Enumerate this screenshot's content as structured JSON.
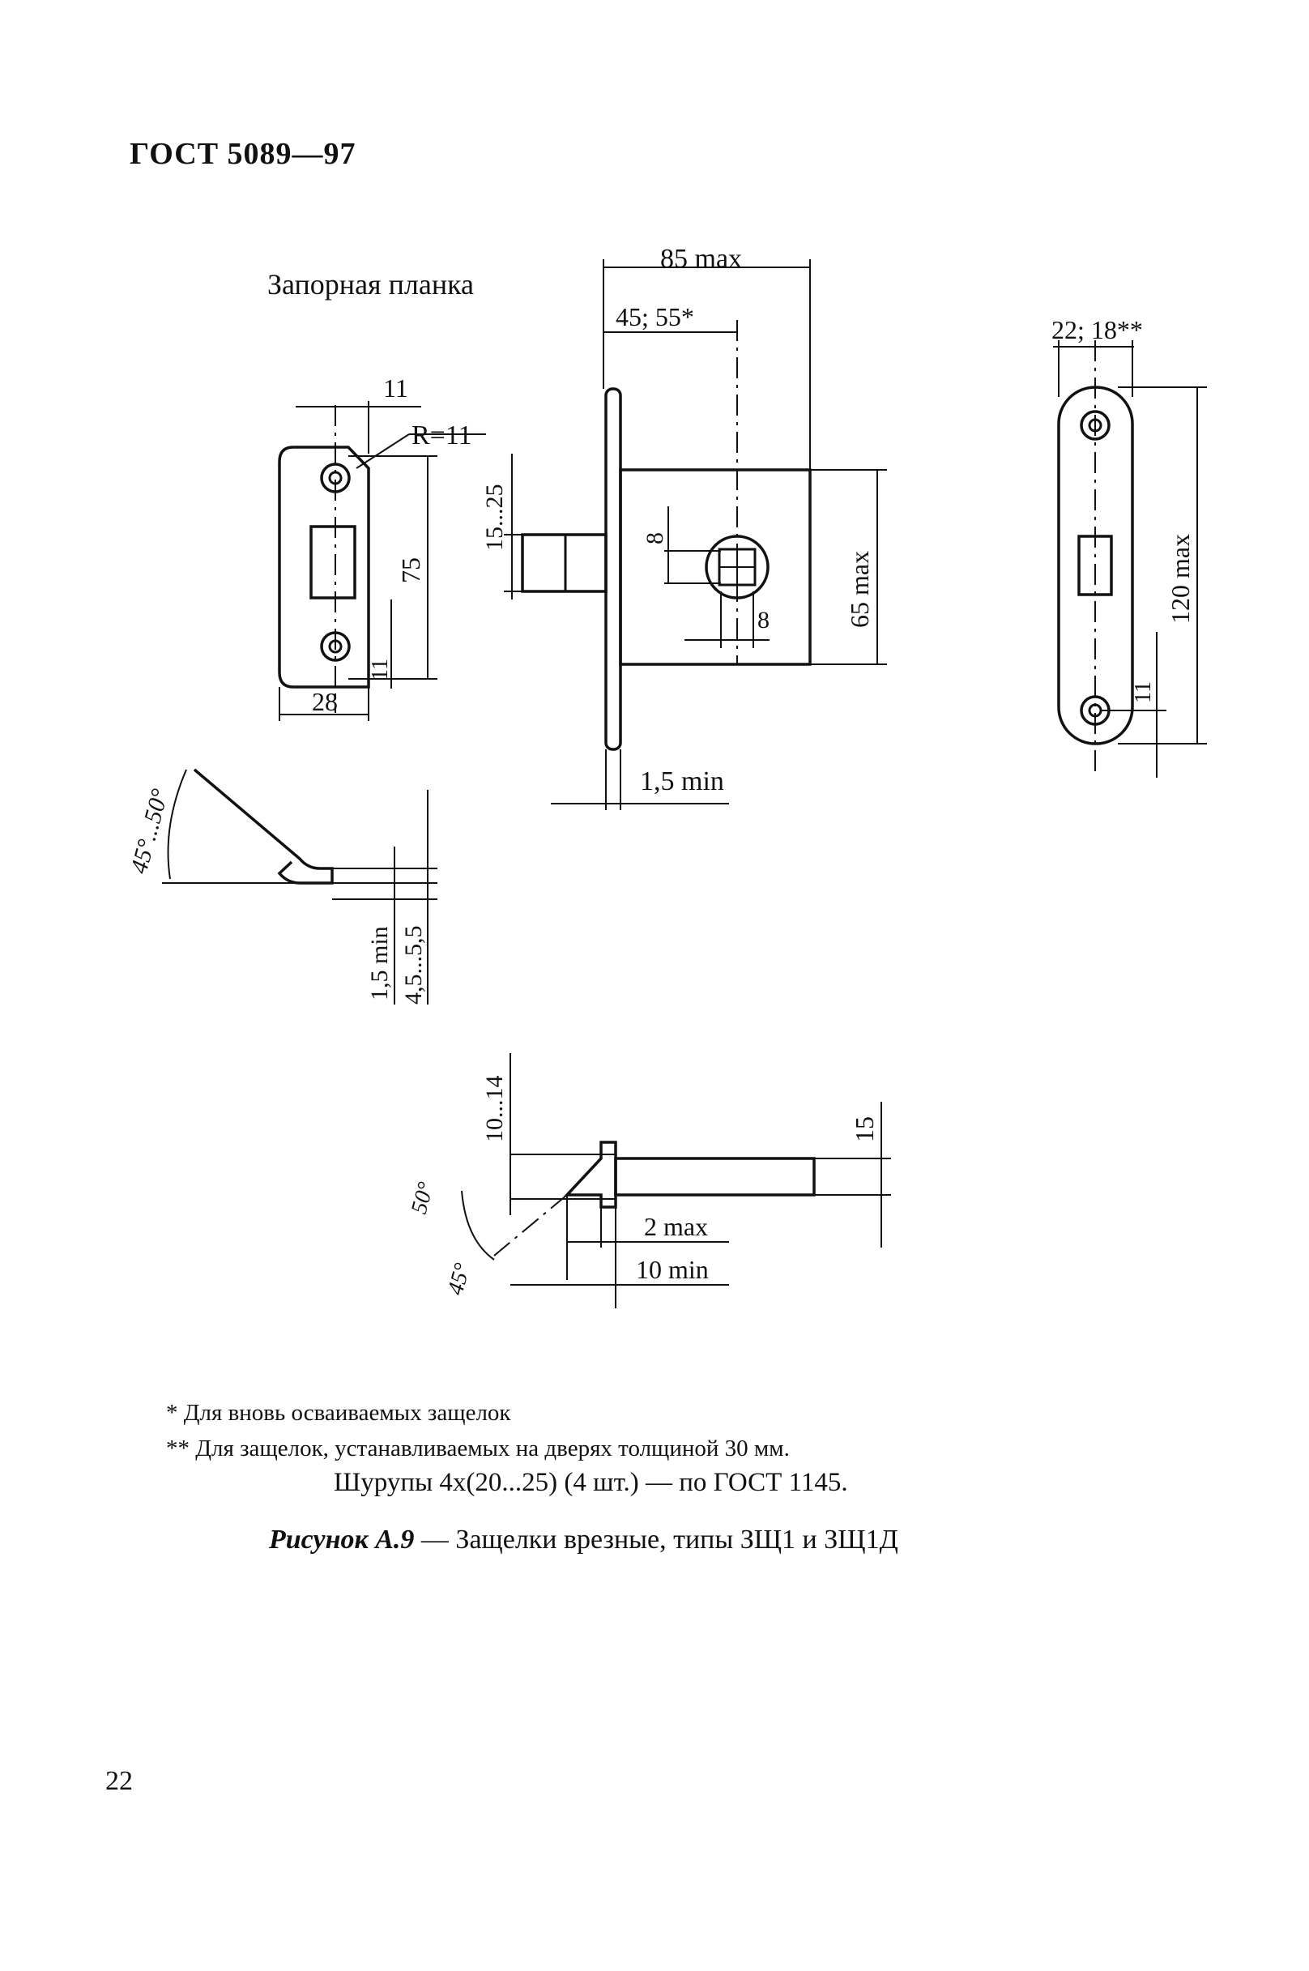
{
  "header": {
    "standard": "ГОСТ 5089—97"
  },
  "figure": {
    "strike_plate_title": "Запорная планка",
    "dims": {
      "d85max": "85 max",
      "d45_55": "45; 55*",
      "d22_18": "22; 18**",
      "d11_top": "11",
      "dR11": "R=11",
      "d15_25": "15...25",
      "d8_v": "8",
      "d8_h": "8",
      "d65max": "65 max",
      "d120max": "120 max",
      "d11_right": "11",
      "d75": "75",
      "d11_left": "11",
      "d28": "28",
      "d1_5min": "1,5 min",
      "dangle1": "45°...50°",
      "d1_5min_v": "1,5 min",
      "d4_5": "4,5...5,5",
      "d10_14": "10...14",
      "d15": "15",
      "d50": "50°",
      "d45": "45°",
      "d2max": "2 max",
      "d10min": "10 min"
    }
  },
  "notes": {
    "note1": "* Для вновь осваиваемых защелок",
    "note2": "** Для защелок, устанавливаемых на дверях толщиной 30 мм."
  },
  "screws": "Шурупы 4х(20...25) (4 шт.) — по ГОСТ 1145.",
  "caption": {
    "label": "Рисунок А.9",
    "text": " — Защелки врезные, типы ЗЩ1 и ЗЩ1Д"
  },
  "page_number": "22"
}
